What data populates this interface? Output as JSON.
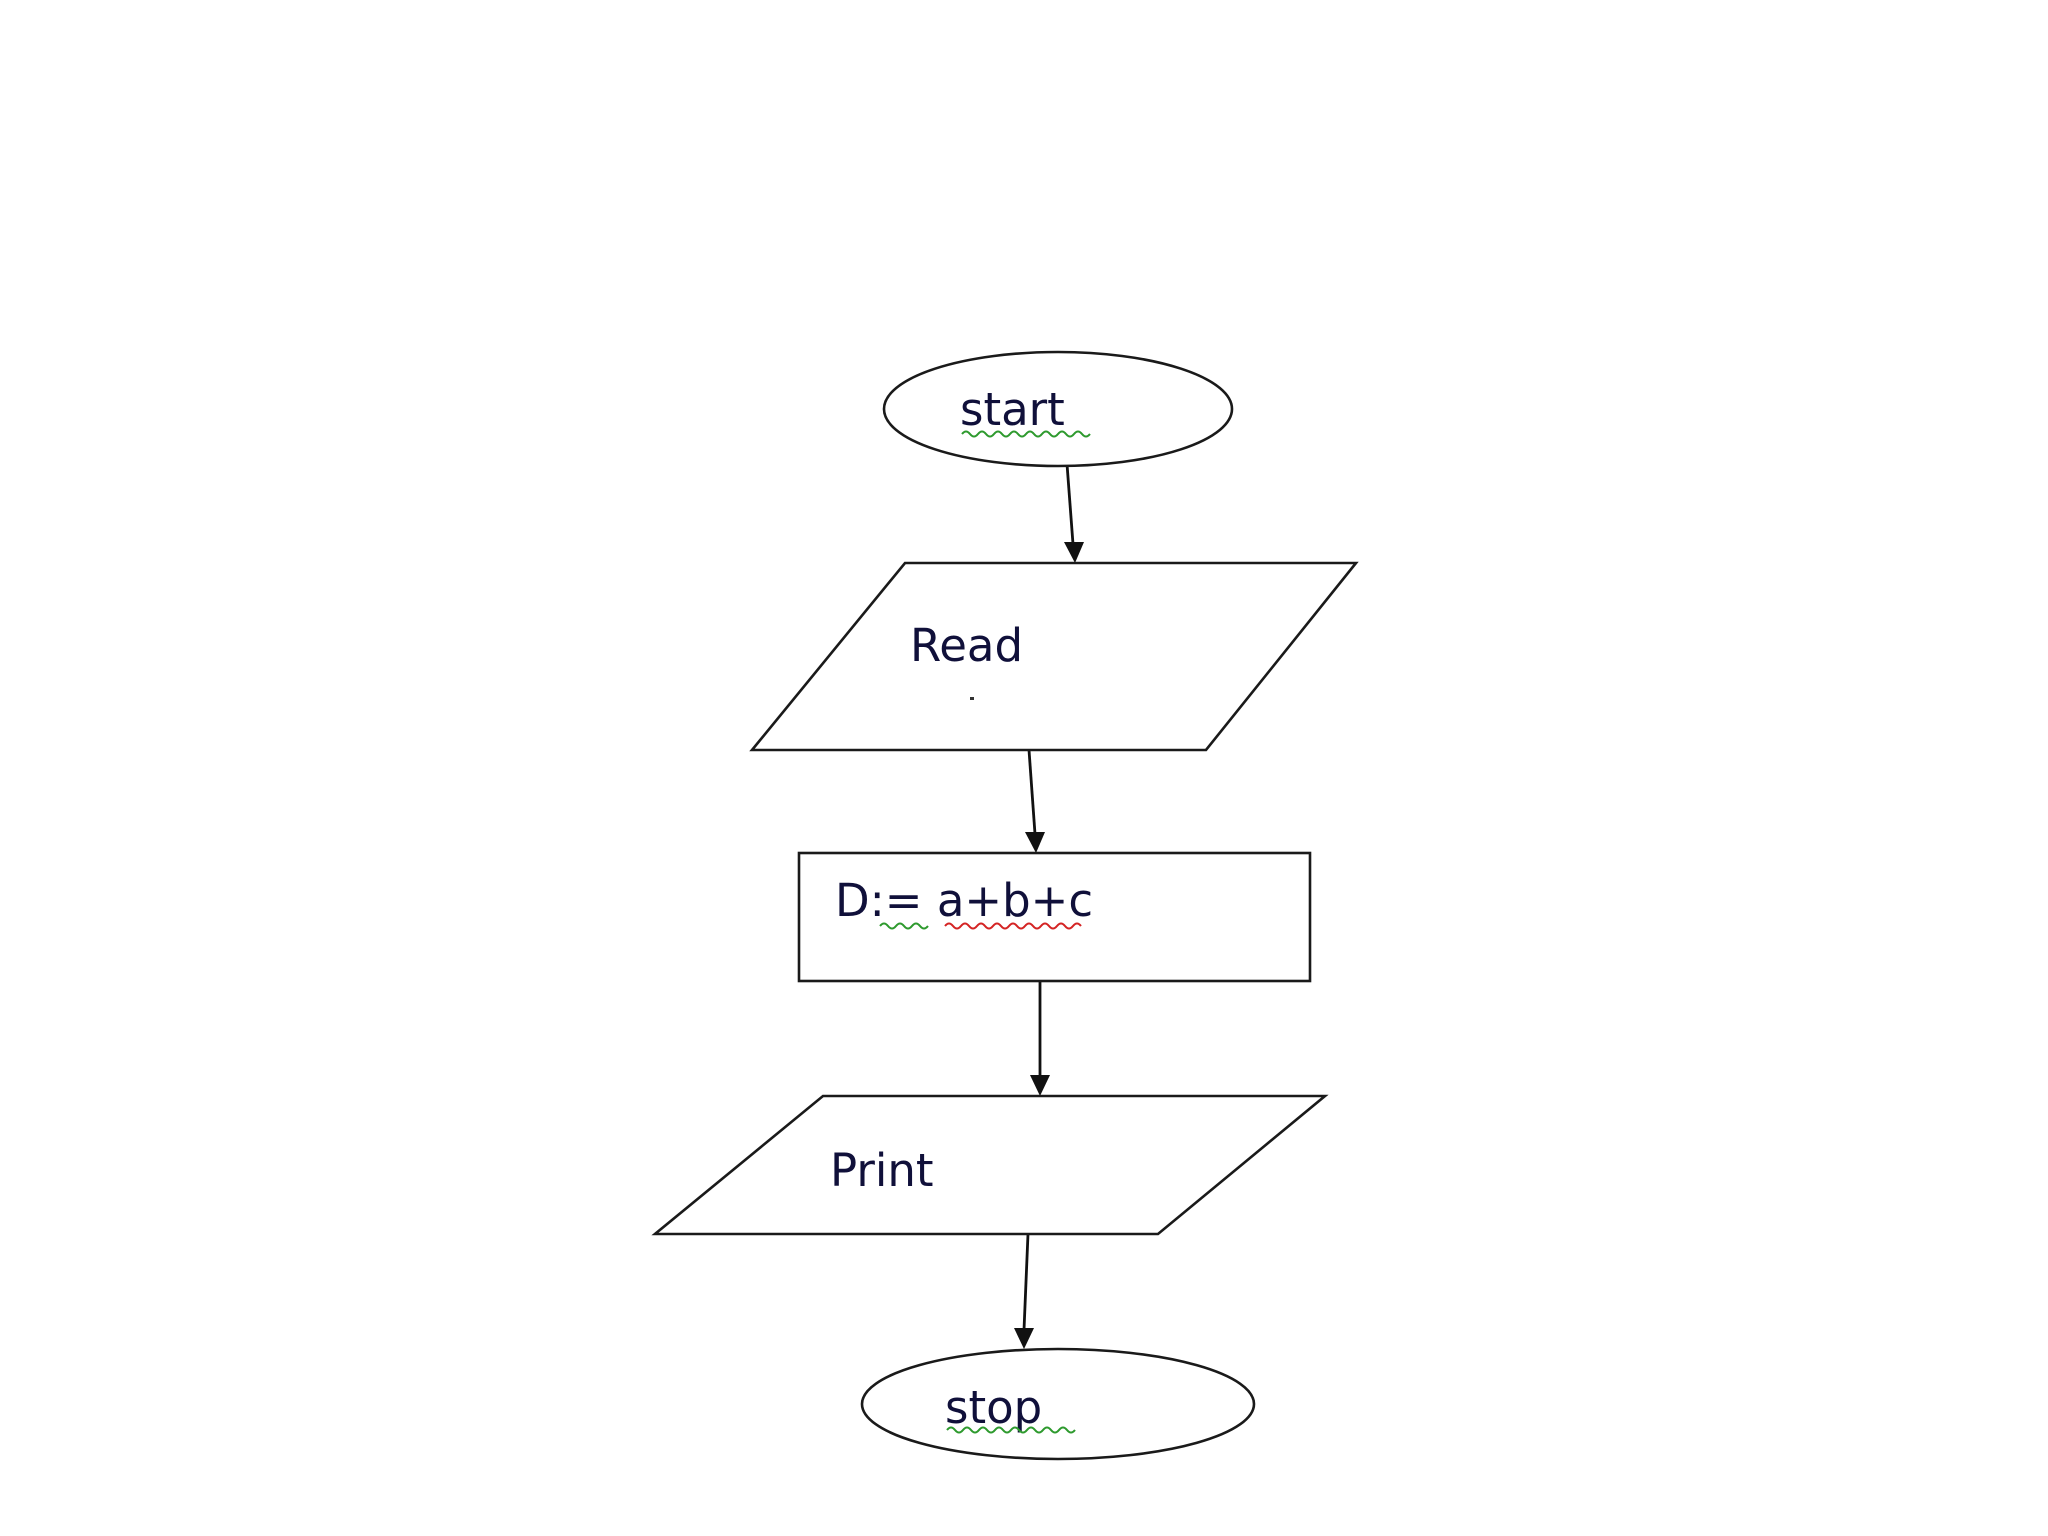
{
  "diagram": {
    "nodes": [
      {
        "id": "start",
        "shape": "ellipse",
        "label": "start"
      },
      {
        "id": "read",
        "shape": "parallelogram",
        "label": "Read"
      },
      {
        "id": "compute",
        "shape": "rectangle",
        "label": "D:= a+b+c"
      },
      {
        "id": "print",
        "shape": "parallelogram",
        "label": "Print"
      },
      {
        "id": "stop",
        "shape": "ellipse",
        "label": "stop"
      }
    ],
    "edges": [
      {
        "from": "start",
        "to": "read"
      },
      {
        "from": "read",
        "to": "compute"
      },
      {
        "from": "compute",
        "to": "print"
      },
      {
        "from": "print",
        "to": "stop"
      }
    ],
    "colors": {
      "stroke": "#1a1a1a",
      "text": "#10103a",
      "spellcheck_grammar": "#2e9a2e",
      "spellcheck_spelling": "#d42424"
    }
  }
}
